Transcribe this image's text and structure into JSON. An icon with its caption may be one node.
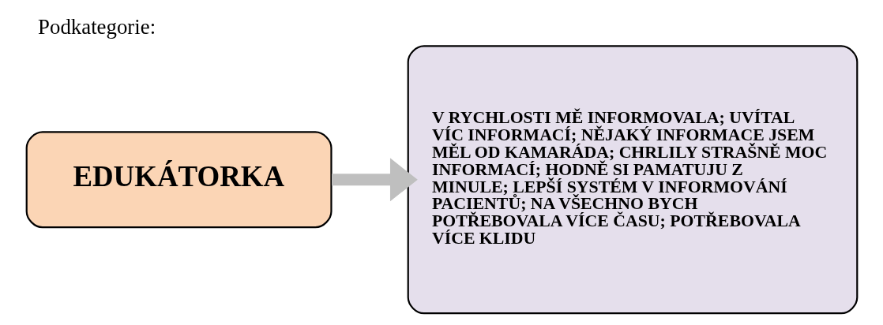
{
  "diagram": {
    "title": "Podkategorie:",
    "nodes": [
      {
        "text": [
          "EDUKÁTORKA"
        ]
      },
      {
        "text": [
          "V RYCHLOSTI MĚ INFORMOVALA; UVÍTAL VÍC INFORMACÍ; NĚJAKÝ INFORMACE JSEM MĚL OD KAMARÁDA; CHRLILY STRAŠNĚ MOC INFORMACÍ; HODNĚ SI PAMATUJU Z MINULE; LEPŠÍ SYSTÉM V INFORMOVÁNÍ PACIENTŮ; NA VŠECHNO BYCH POTŘEBOVALA VÍCE ČASU; POTŘEBOVALA VÍCE KLIDU"
        ]
      }
    ],
    "edges": [
      {
        "from": 0,
        "to": 1,
        "arrow": "to"
      }
    ]
  }
}
